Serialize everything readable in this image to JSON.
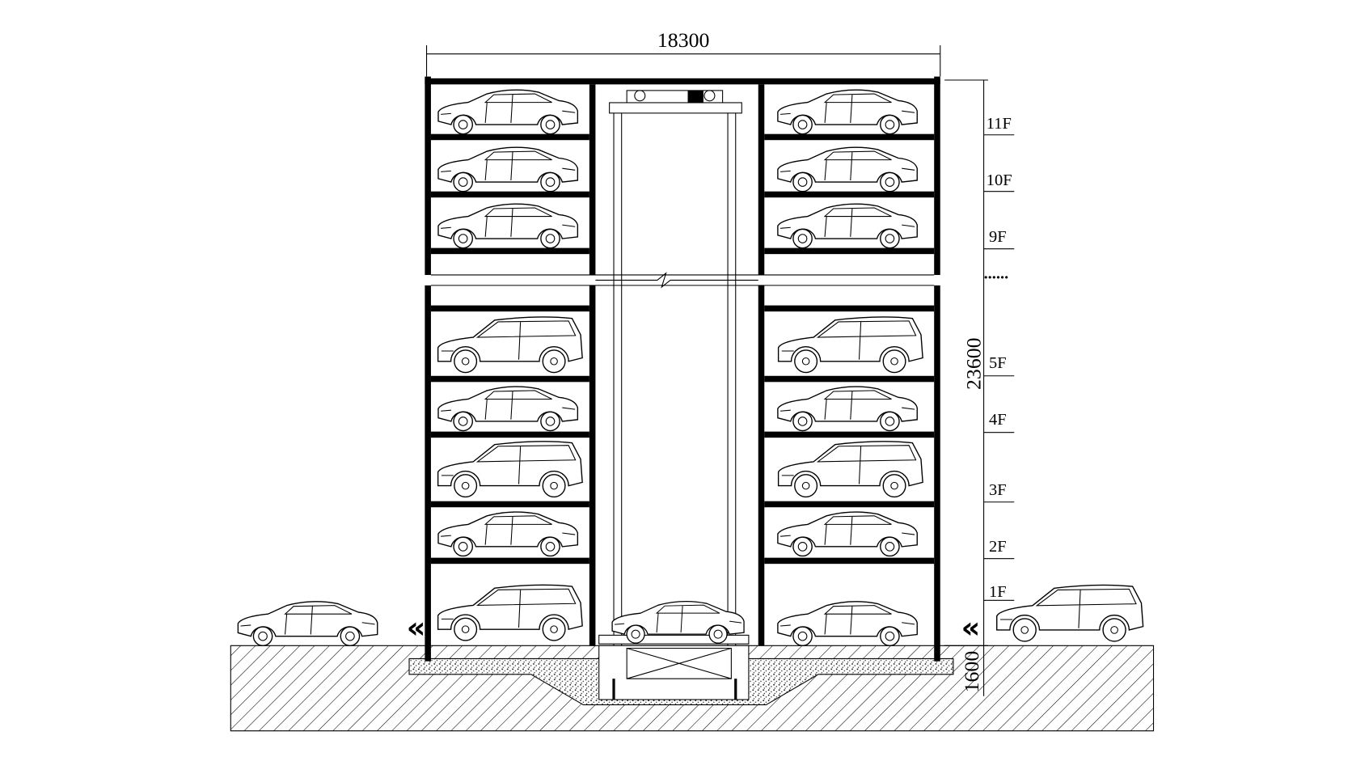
{
  "dimensions": {
    "width_label": "18300",
    "height_label": "23600",
    "pit_depth_label": "1600"
  },
  "floors": {
    "f11": "11F",
    "f10": "10F",
    "f9": "9F",
    "gap": "......",
    "f5": "5F",
    "f4": "4F",
    "f3": "3F",
    "f2": "2F",
    "f1": "1F"
  },
  "icons": {
    "entry_arrow_left": "«",
    "entry_arrow_right": "«"
  }
}
